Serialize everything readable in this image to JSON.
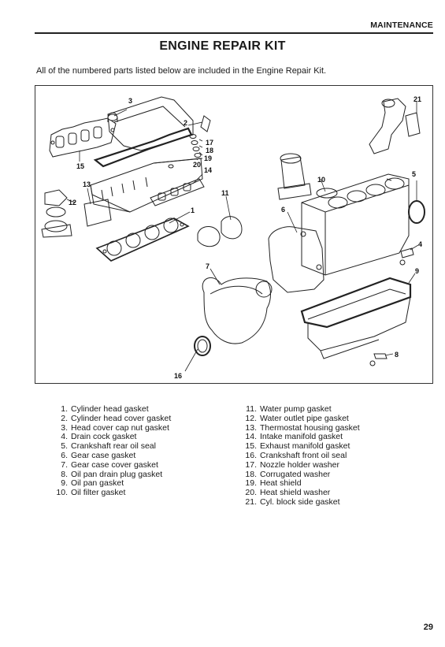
{
  "header": {
    "section": "MAINTENANCE"
  },
  "title": "ENGINE REPAIR KIT",
  "intro": "All of the numbered parts listed below are included in the Engine Repair Kit.",
  "diagram": {
    "callouts": [
      "3",
      "2",
      "17",
      "18",
      "19",
      "20",
      "14",
      "15",
      "13",
      "12",
      "11",
      "1",
      "10",
      "6",
      "21",
      "5",
      "4",
      "9",
      "7",
      "16",
      "8"
    ]
  },
  "parts_left": [
    {
      "num": "1.",
      "name": "Cylinder head gasket"
    },
    {
      "num": "2.",
      "name": "Cylinder head cover gasket"
    },
    {
      "num": "3.",
      "name": "Head cover cap nut gasket"
    },
    {
      "num": "4.",
      "name": "Drain cock gasket"
    },
    {
      "num": "5.",
      "name": "Crankshaft rear oil seal"
    },
    {
      "num": "6.",
      "name": "Gear case gasket"
    },
    {
      "num": "7.",
      "name": "Gear case cover gasket"
    },
    {
      "num": "8.",
      "name": "Oil pan drain plug gasket"
    },
    {
      "num": "9.",
      "name": "Oil pan gasket"
    },
    {
      "num": "10.",
      "name": "Oil filter gasket"
    }
  ],
  "parts_right": [
    {
      "num": "11.",
      "name": "Water pump gasket"
    },
    {
      "num": "12.",
      "name": "Water outlet pipe gasket"
    },
    {
      "num": "13.",
      "name": "Thermostat housing gasket"
    },
    {
      "num": "14.",
      "name": "Intake manifold gasket"
    },
    {
      "num": "15.",
      "name": "Exhaust manifold gasket"
    },
    {
      "num": "16.",
      "name": "Crankshaft front oil seal"
    },
    {
      "num": "17.",
      "name": "Nozzle holder washer"
    },
    {
      "num": "18.",
      "name": "Corrugated washer"
    },
    {
      "num": "19.",
      "name": "Heat shield"
    },
    {
      "num": "20.",
      "name": "Heat shield washer"
    },
    {
      "num": "21.",
      "name": "Cyl. block side gasket"
    }
  ],
  "page_number": "29"
}
